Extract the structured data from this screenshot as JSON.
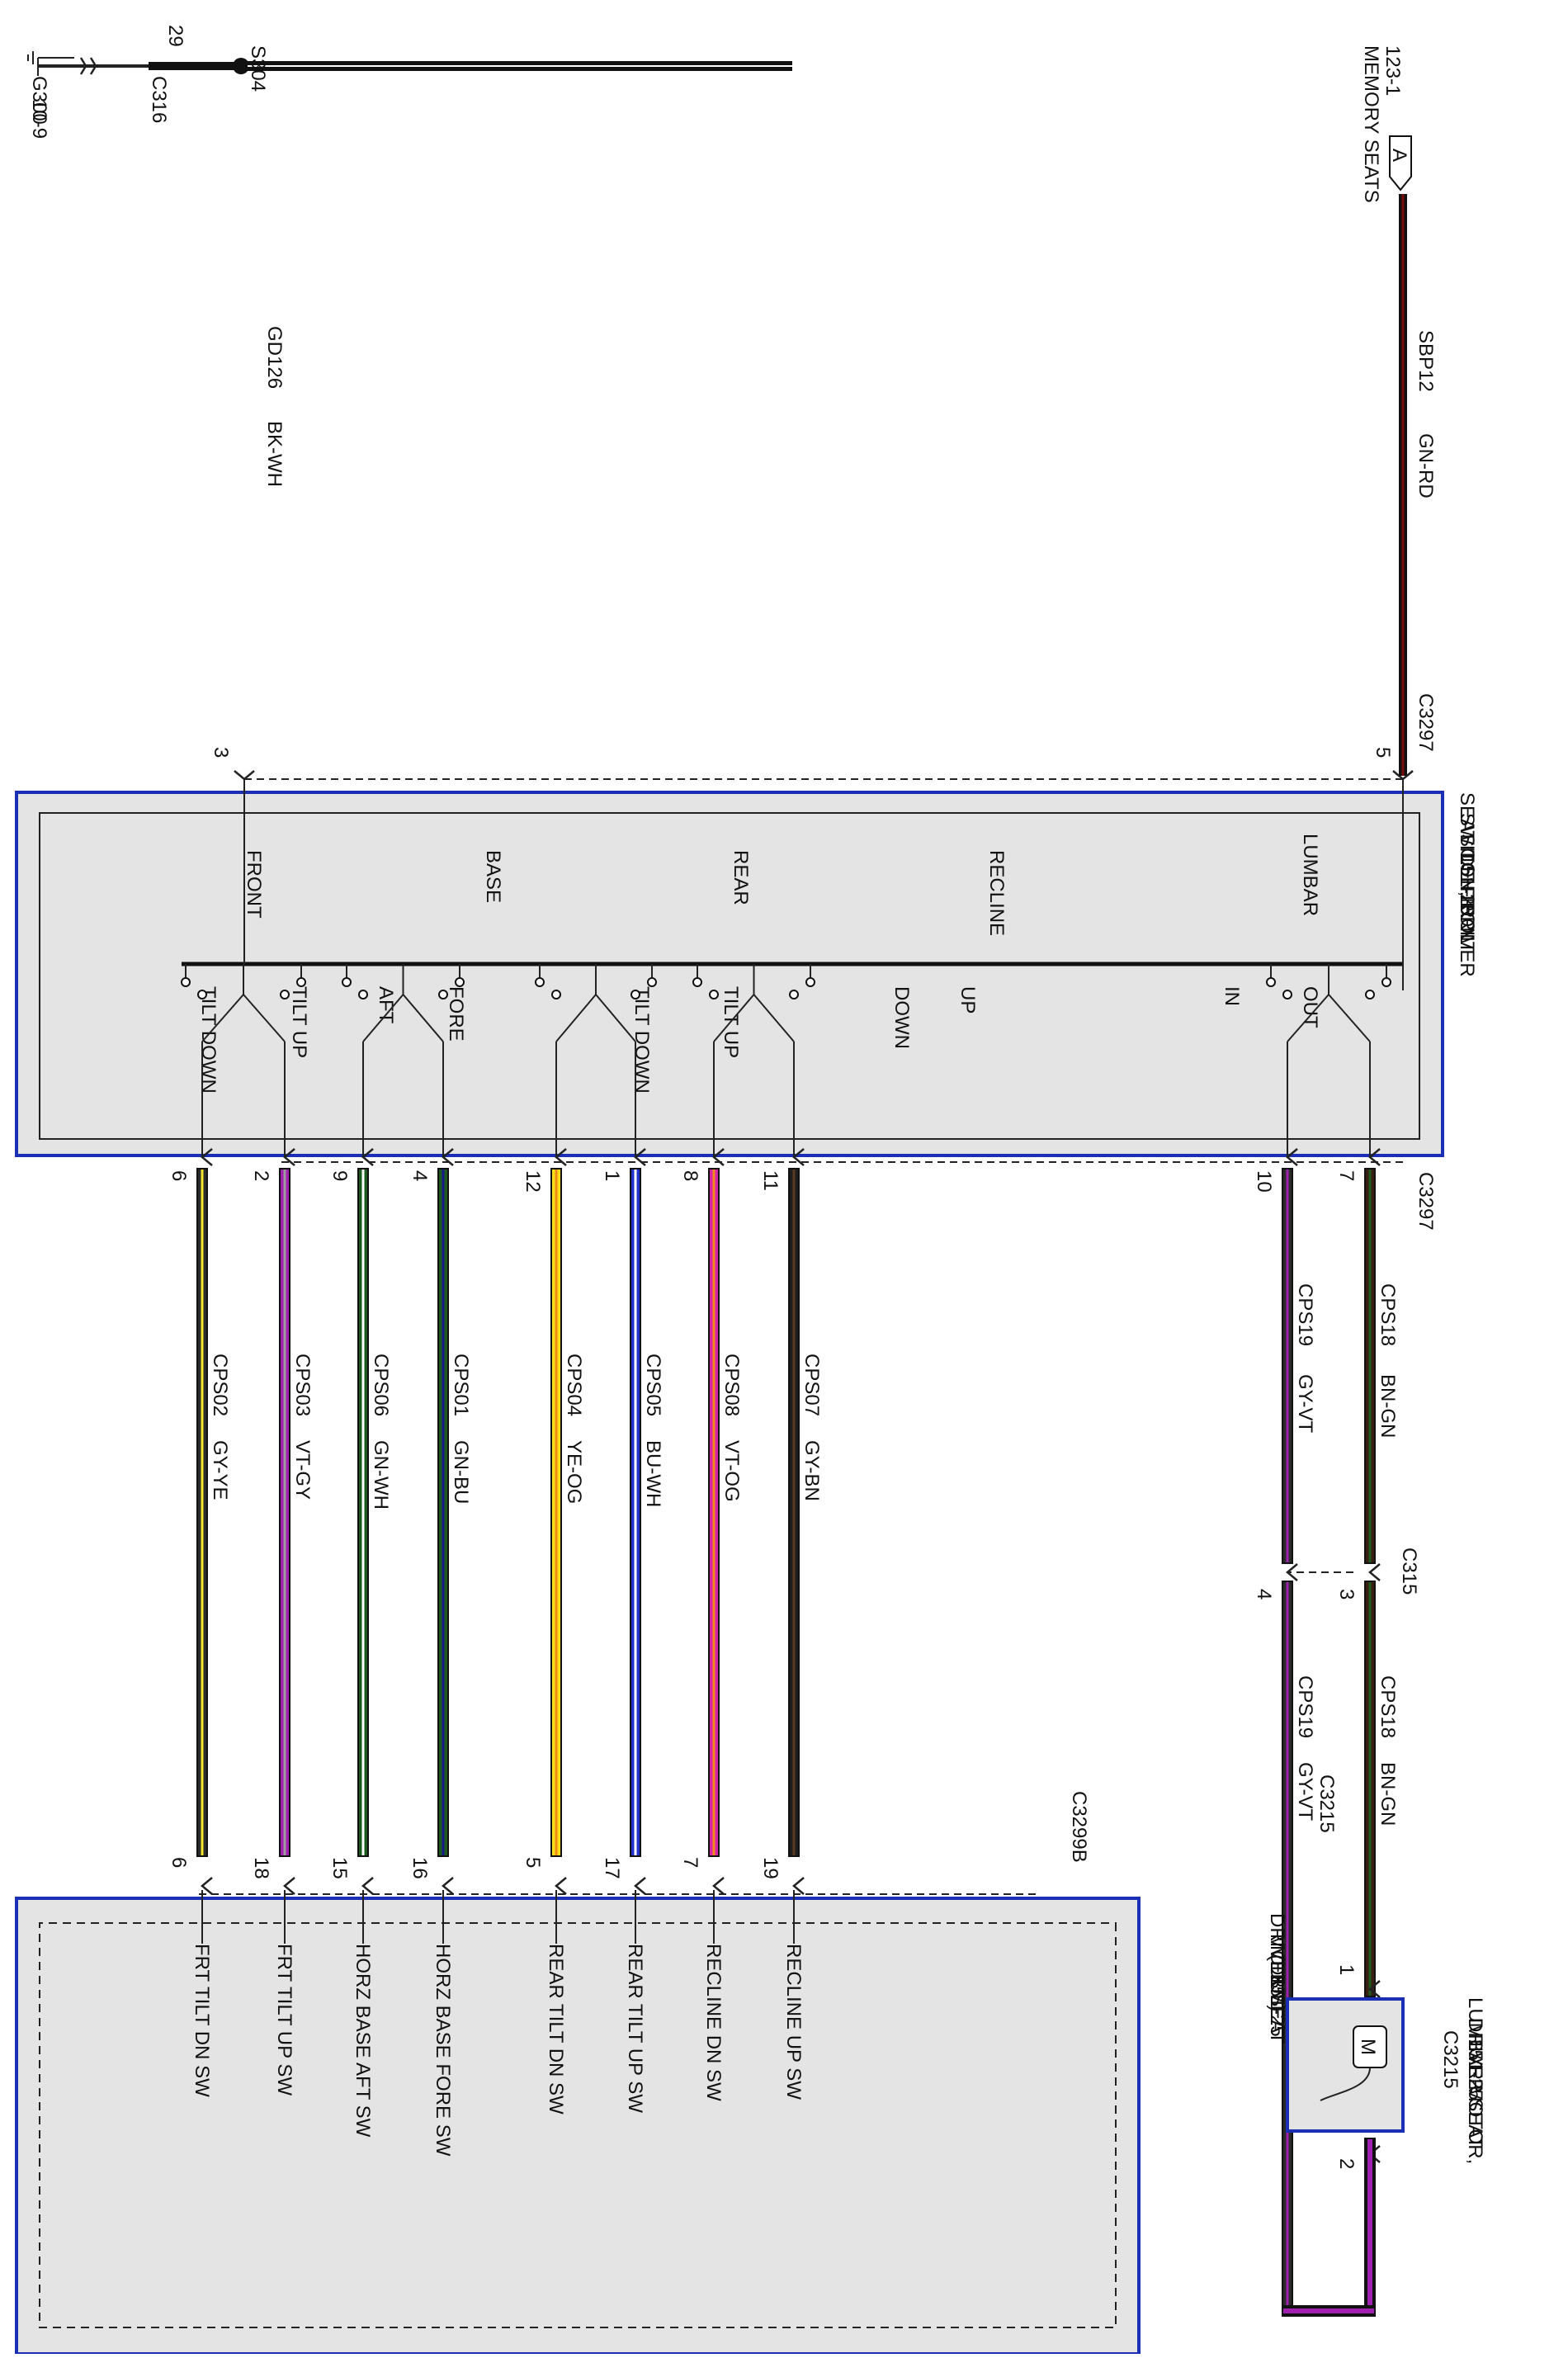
{
  "colors": {
    "module_border": "#1a2fb3",
    "module_fill": "#e4e4e4",
    "wire_outline": "#111111"
  },
  "ground": {
    "splice": "S304",
    "connector": "C316",
    "connector_pin": "29",
    "ground_id": "G300",
    "ground_ref": "10-9",
    "wire_circuit": "GD126",
    "wire_color": "BK-WH"
  },
  "memory": {
    "ref": "123-1",
    "label": "MEMORY SEATS",
    "page_letter": "A",
    "wire_circuit": "SBP12",
    "wire_color": "GN-RD"
  },
  "switch_module": {
    "title_lines": [
      "SEAT CONTROL",
      "SWITCH, DRIVER",
      "SIDE FRONT",
      "151-25"
    ],
    "connector_top": "C3297",
    "pin_power": "5",
    "pin_ground": "3",
    "connector_bottom": "C3297",
    "groups": [
      "FRONT",
      "BASE",
      "REAR",
      "RECLINE",
      "LUMBAR"
    ],
    "positions": [
      "TILT DOWN",
      "TILT UP",
      "AFT",
      "FORE",
      "TILT DOWN",
      "TILT UP",
      "DOWN",
      "UP",
      "IN",
      "OUT"
    ]
  },
  "wires": [
    {
      "pin": "6",
      "circuit": "CPS02",
      "color": "GY-YE",
      "dsm_pin": "6",
      "dsm_label": "FRT TILT DN SW",
      "color_a": "#2c2c2c",
      "color_b": "#f2e52c"
    },
    {
      "pin": "2",
      "circuit": "CPS03",
      "color": "VT-GY",
      "dsm_pin": "18",
      "dsm_label": "FRT TILT UP SW",
      "color_a": "#a020b0",
      "color_b": "#9c9c9c"
    },
    {
      "pin": "9",
      "circuit": "CPS06",
      "color": "GN-WH",
      "dsm_pin": "15",
      "dsm_label": "HORZ BASE AFT SW",
      "color_a": "#1d5a1d",
      "color_b": "#ffffff"
    },
    {
      "pin": "4",
      "circuit": "CPS01",
      "color": "GN-BU",
      "dsm_pin": "16",
      "dsm_label": "HORZ BASE FORE SW",
      "color_a": "#1d5a1d",
      "color_b": "#1a1a8c"
    },
    {
      "pin": "12",
      "circuit": "CPS04",
      "color": "YE-OG",
      "dsm_pin": "5",
      "dsm_label": "REAR TILT DN SW",
      "color_a": "#f6df18",
      "color_b": "#f08a18"
    },
    {
      "pin": "1",
      "circuit": "CPS05",
      "color": "BU-WH",
      "dsm_pin": "17",
      "dsm_label": "REAR TILT UP SW",
      "color_a": "#2233cc",
      "color_b": "#ffffff"
    },
    {
      "pin": "8",
      "circuit": "CPS08",
      "color": "VT-OG",
      "dsm_pin": "7",
      "dsm_label": "RECLINE DN SW",
      "color_a": "#d626a8",
      "color_b": "#f08a18"
    },
    {
      "pin": "11",
      "circuit": "CPS07",
      "color": "GY-BN",
      "dsm_pin": "19",
      "dsm_label": "RECLINE UP SW",
      "color_a": "#1e1e1e",
      "color_b": "#5a3a20"
    }
  ],
  "lumbar_wires": [
    {
      "pin": "7",
      "circuit": "CPS18",
      "color": "BN-GN",
      "c315_pin": "3",
      "c3215_pin": "1",
      "color_a": "#3b1f10",
      "color_b": "#1d5a1d"
    },
    {
      "pin": "10",
      "circuit": "CPS19",
      "color": "GY-VT",
      "c315_pin": "4",
      "c3215_pin": "2",
      "color_a": "#2a2a2a",
      "color_b": "#a020b0"
    }
  ],
  "mid_connector": "C315",
  "dsm_connector": "C3299B",
  "dsm": {
    "title_lines": [
      "DRIVER SEAT",
      "MODULE",
      "(DSM)",
      "151-25"
    ]
  },
  "lumbar_motor": {
    "title_lines": [
      "LUMBAR MOTOR,",
      "DRIVER SEAT",
      "151-25"
    ],
    "connector_a": "C3215",
    "connector_b": "C3215",
    "motor_symbol": "M"
  }
}
